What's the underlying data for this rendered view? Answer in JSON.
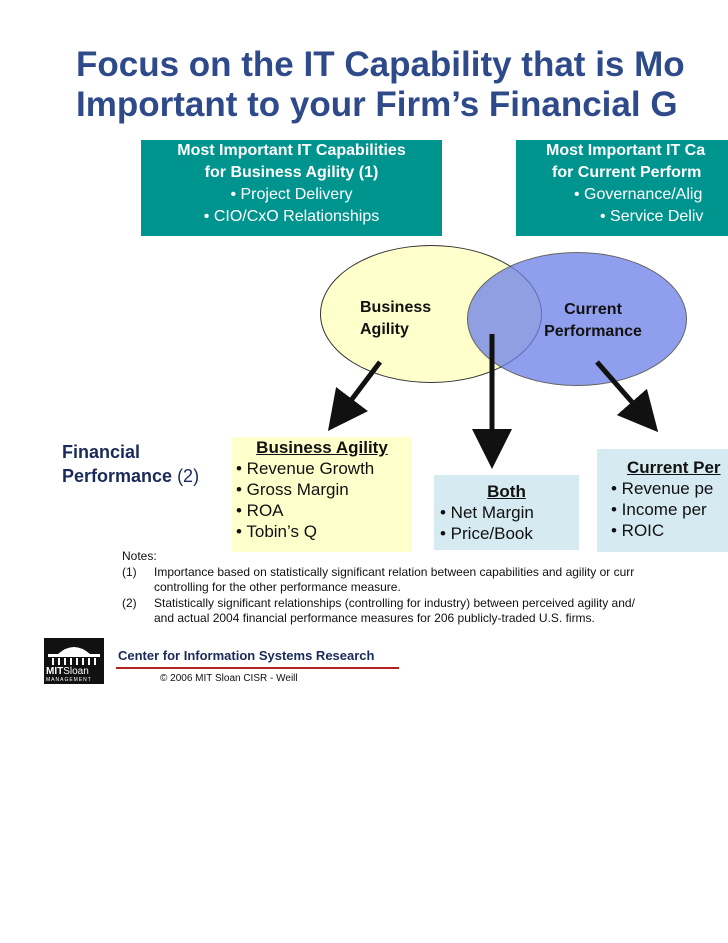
{
  "title_line1": "Focus on the IT Capability that is Mo",
  "title_line2": "Important to your Firm’s Financial G",
  "left_box": {
    "header1": "Most Important IT Capabilities",
    "header2": "for Business Agility (1)",
    "items": [
      "• Project Delivery",
      "• CIO/CxO Relationships"
    ]
  },
  "right_box": {
    "header1": "Most Important IT Ca",
    "header2": "for Current Perform",
    "items": [
      "• Governance/Alig",
      "• Service Deliv"
    ]
  },
  "venn": {
    "left_label1": "Business",
    "left_label2": "Agility",
    "right_label1": "Current",
    "right_label2": "Performance"
  },
  "financial_label1": "Financial",
  "financial_label2": "Performance",
  "financial_note": " (2)",
  "agility_box": {
    "header": "Business Agility",
    "items": [
      "• Revenue Growth",
      "• Gross Margin",
      "• ROA",
      "• Tobin’s Q"
    ]
  },
  "both_box": {
    "header": "Both",
    "items": [
      "• Net Margin",
      "• Price/Book"
    ]
  },
  "current_box": {
    "header": "Current Per",
    "items": [
      "• Revenue pe",
      "• Income per",
      "• ROIC"
    ]
  },
  "notes": {
    "title": "Notes:",
    "n1_num": "(1)",
    "n1_line1": "Importance based on statistically significant relation between capabilities and agility or curr",
    "n1_line2": "controlling for the other performance measure.",
    "n2_num": "(2)",
    "n2_line1": "Statistically significant relationships (controlling for industry) between perceived agility and/",
    "n2_line2": "and actual 2004 financial performance measures for 206 publicly-traded U.S. firms."
  },
  "footer": {
    "center": "Center for Information Systems Research",
    "copyright": "© 2006 MIT Sloan CISR - Weill",
    "logo_mit": "MIT",
    "logo_sloan": "Sloan",
    "logo_mgmt": "MANAGEMENT"
  },
  "colors": {
    "title": "#2e4a8a",
    "teal": "#00948f",
    "agility_fill": "#ffffcc",
    "performance_fill": "#6b7fe8",
    "light_blue_box": "#d6eaf2",
    "accent_line": "#b22222"
  }
}
